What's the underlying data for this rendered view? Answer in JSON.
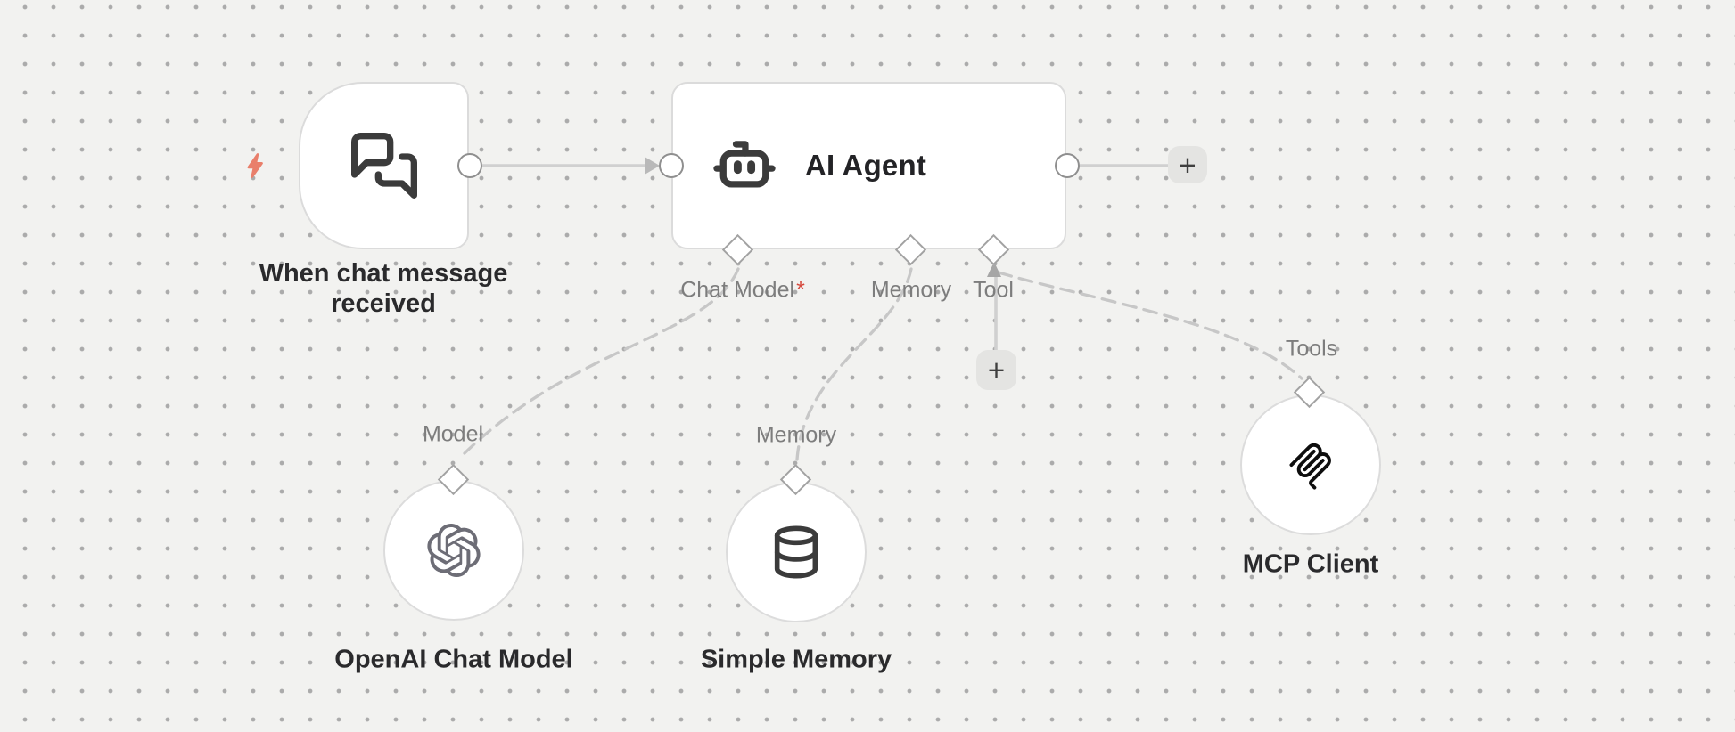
{
  "canvas": {
    "background_color": "#f2f2f0",
    "grid_dot_color": "#ababab"
  },
  "palette": {
    "node_fill": "#ffffff",
    "node_border": "#dbdbdb",
    "solid_wire": "#d0d0d0",
    "dashed_wire": "#c7c7c7",
    "arrowhead": "#b0b0b0",
    "port_border": "#8f8f8f",
    "diamond_border": "#a2a2a2",
    "muted_label": "#7d7d7d",
    "dark_label": "#232326",
    "plus_button_bg": "#e4e4e2",
    "plus_glyph": "#3f3f3f",
    "trigger_bolt": "#e97f6b",
    "required_asterisk": "#d6483c"
  },
  "nodes": {
    "trigger": {
      "label": "When chat message received",
      "icon": "chat-bubbles-icon"
    },
    "agent": {
      "title": "AI Agent",
      "icon": "robot-icon",
      "required_marker": "*",
      "inputs": [
        {
          "label": "Chat Model",
          "required": true
        },
        {
          "label": "Memory",
          "required": false
        },
        {
          "label": "Tool",
          "required": false
        }
      ]
    },
    "openai": {
      "label": "OpenAI Chat Model",
      "port_label": "Model",
      "icon": "openai-icon"
    },
    "simple_memory": {
      "label": "Simple Memory",
      "port_label": "Memory",
      "icon": "database-icon"
    },
    "mcp": {
      "label": "MCP Client",
      "port_label": "Tools",
      "icon": "mcp-icon"
    }
  },
  "buttons": {
    "add_next_node": "+",
    "add_tool": "+"
  }
}
